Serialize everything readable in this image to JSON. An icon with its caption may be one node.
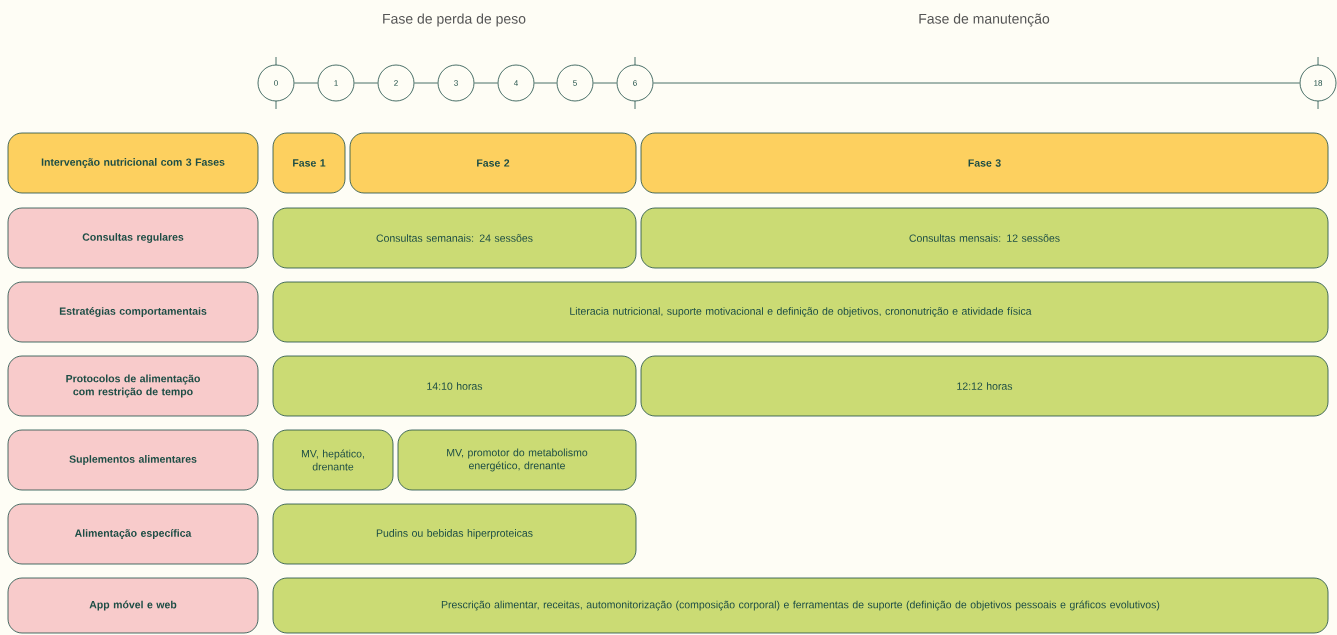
{
  "diagram": {
    "nodes": [
      {
        "text": [
          "0"
        ]
      },
      {
        "text": [
          "1"
        ]
      },
      {
        "text": [
          "2"
        ]
      },
      {
        "text": [
          "3"
        ]
      },
      {
        "text": [
          "4"
        ]
      },
      {
        "text": [
          "5"
        ]
      },
      {
        "text": [
          "6"
        ]
      },
      {
        "text": [
          "18"
        ]
      },
      {
        "text": [
          "Intervenção nutricional com 3 Fases"
        ]
      },
      {
        "text": [
          "Fase 1"
        ]
      },
      {
        "text": [
          "Fase 2"
        ]
      },
      {
        "text": [
          "Fase 3"
        ]
      },
      {
        "text": [
          "Consultas regulares"
        ]
      },
      {
        "text": [
          "Consultas semanais: 24 sessões"
        ]
      },
      {
        "text": [
          "Consultas mensais: 12 sessões"
        ]
      },
      {
        "text": [
          "Estratégias comportamentais"
        ]
      },
      {
        "text": [
          "Literacia nutricional, suporte motivacional e definição de objetivos, crononutrição e atividade física"
        ]
      },
      {
        "text": [
          "Protocolos de alimentação com restrição de tempo"
        ]
      },
      {
        "text": [
          "14:10 horas"
        ]
      },
      {
        "text": [
          "12:12 horas"
        ]
      },
      {
        "text": [
          "Suplementos alimentares"
        ]
      },
      {
        "text": [
          "MV, hepático, drenante"
        ]
      },
      {
        "text": [
          "MV, promotor do metabolismo energético, drenante"
        ]
      },
      {
        "text": [
          "Alimentação específica"
        ]
      },
      {
        "text": [
          "Pudins ou bebidas hiperproteicas"
        ]
      },
      {
        "text": [
          "App móvel e web"
        ]
      },
      {
        "text": [
          "Prescrição alimentar, receitas, automonitorização (composição corporal) e ferramentas de suporte (definição de objetivos pessoais e gráficos evolutivos)"
        ]
      }
    ],
    "edges": [
      {
        "from": 0,
        "to": 1,
        "arrow": "none"
      },
      {
        "from": 1,
        "to": 2,
        "arrow": "none"
      },
      {
        "from": 2,
        "to": 3,
        "arrow": "none"
      },
      {
        "from": 3,
        "to": 4,
        "arrow": "none"
      },
      {
        "from": 4,
        "to": 5,
        "arrow": "none"
      },
      {
        "from": 5,
        "to": 6,
        "arrow": "none"
      },
      {
        "from": 6,
        "to": 7,
        "arrow": "none"
      }
    ],
    "labels": [
      "Fase de perda de peso",
      "Fase de manutenção"
    ]
  }
}
